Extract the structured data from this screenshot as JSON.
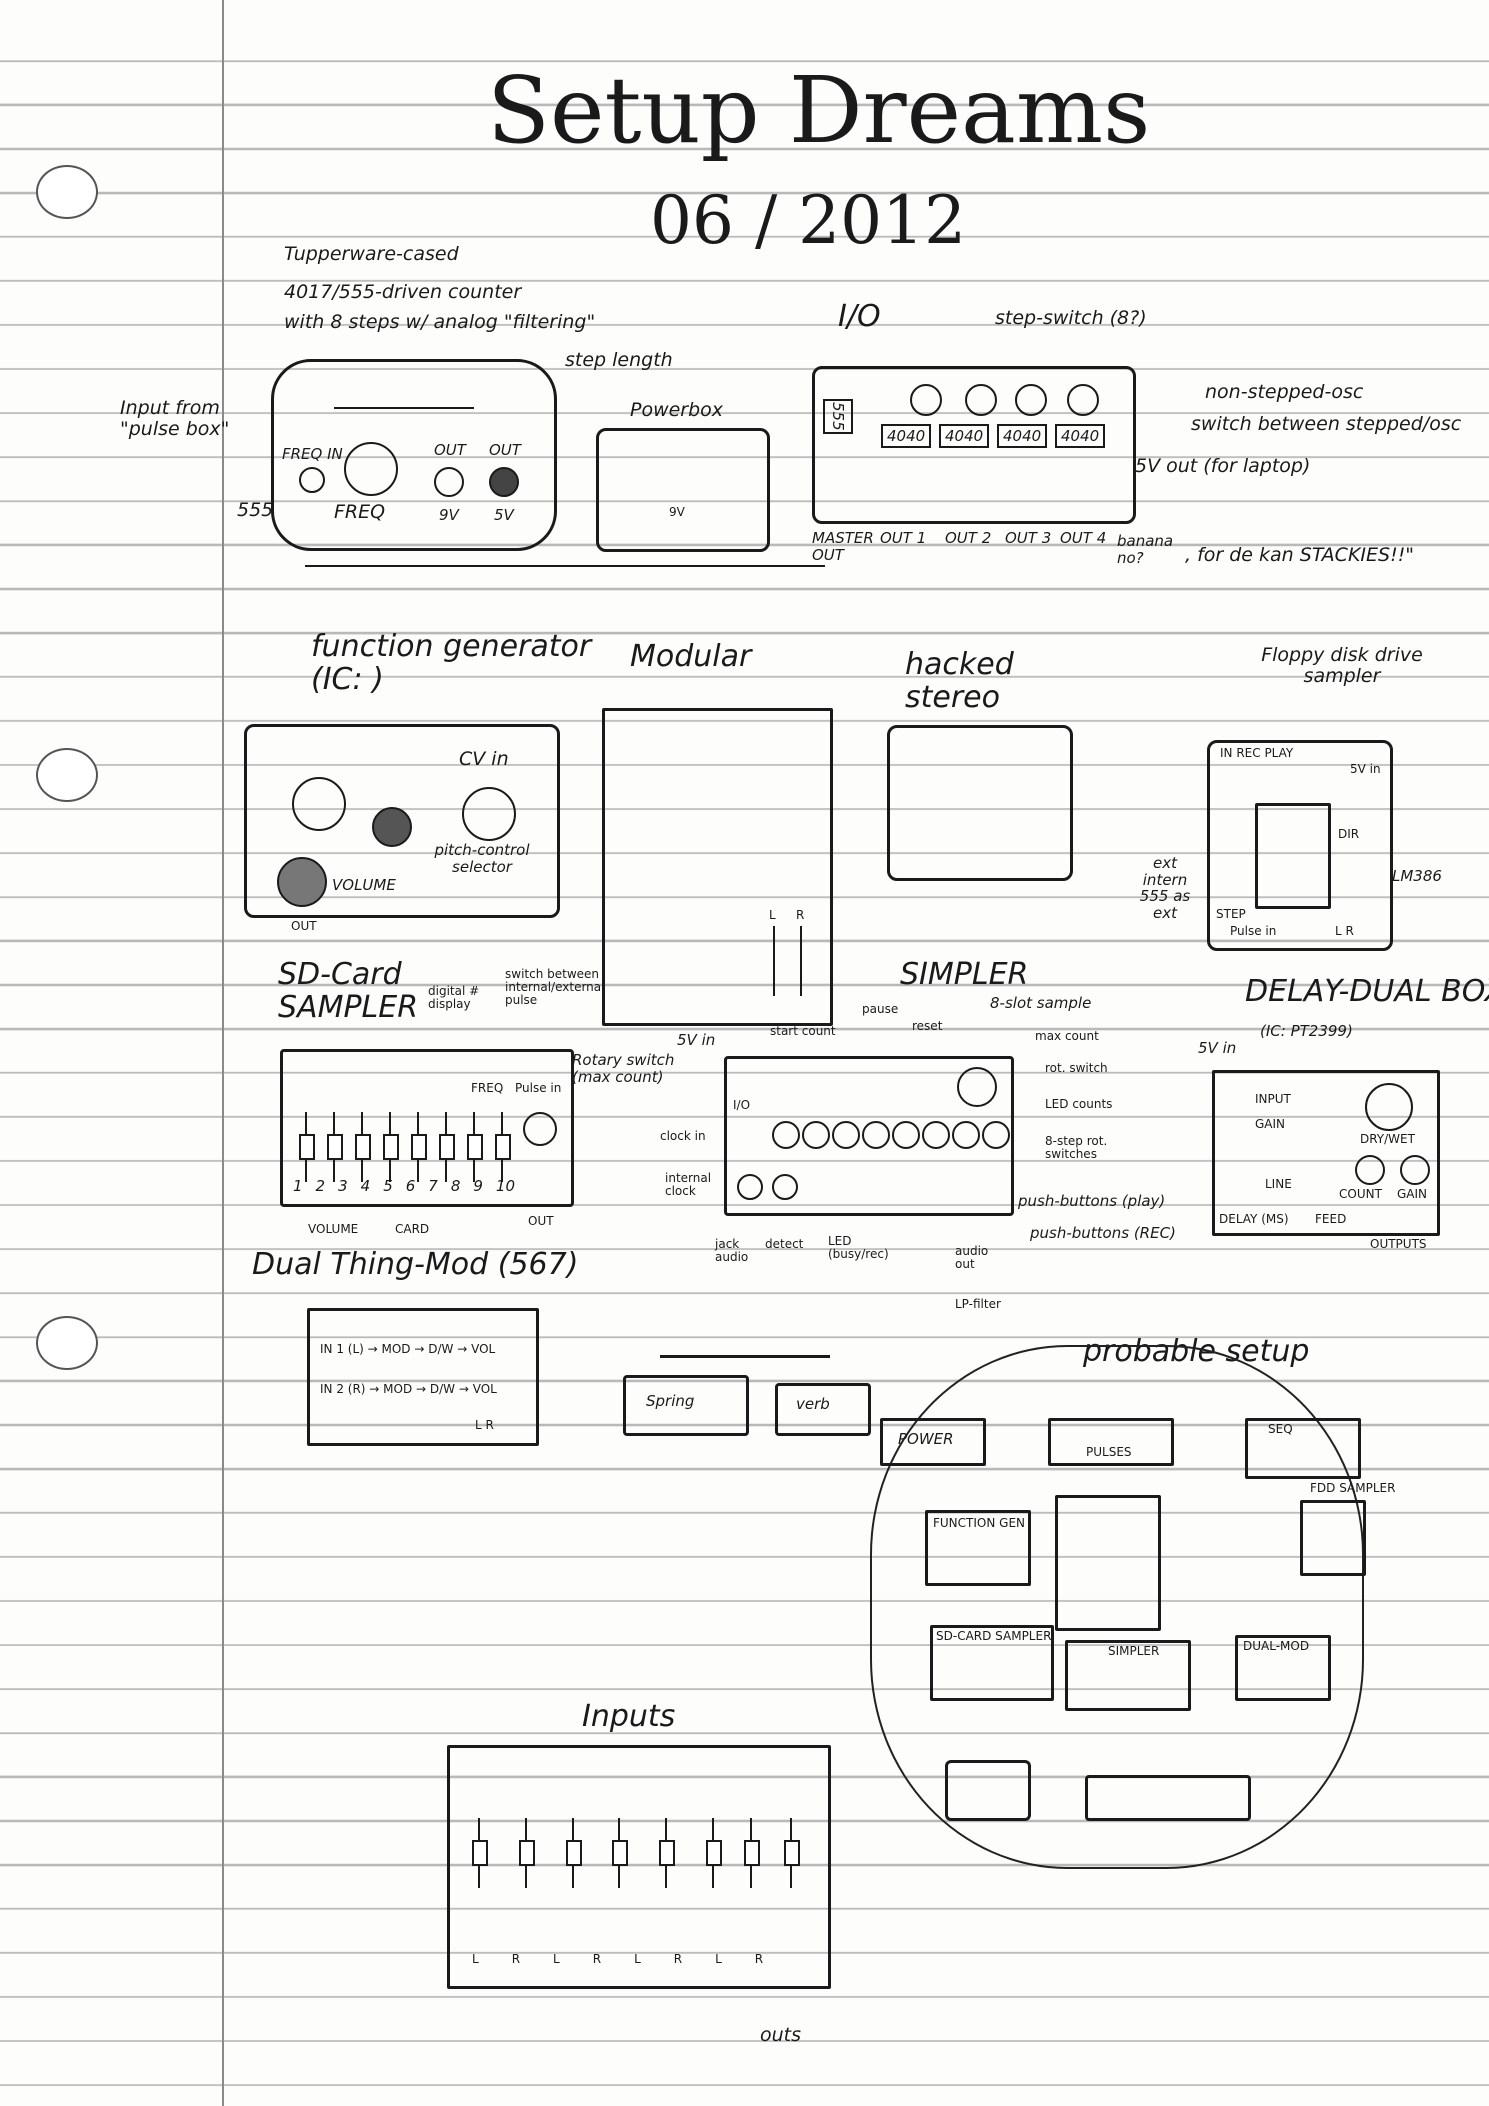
{
  "title": "Setup Dreams",
  "date": "06 / 2012",
  "counter": {
    "desc": [
      "Tupperware-cased",
      "4017/555-driven counter",
      "with 8 steps w/ analog \"filtering\""
    ],
    "step_length": "step length",
    "input_label": "Input from \"pulse box\"",
    "ic_label": "555",
    "freq_in": "FREQ IN",
    "freq": "FREQ",
    "out": "OUT",
    "out_9v": "9V",
    "out_5v": "5V"
  },
  "powerbox": {
    "label": "Powerbox",
    "volt_label": "9V"
  },
  "stepper": {
    "io": "I/O",
    "step_switch": "step-switch (8?)",
    "chip_555": "555",
    "chips": [
      "4040",
      "4040",
      "4040",
      "4040"
    ],
    "non_stepped": "non-stepped-osc",
    "switch_between": "switch between stepped/osc",
    "out_5v": "5V out (for laptop)",
    "master_out": "MASTER OUT",
    "outs": [
      "OUT 1",
      "OUT 2",
      "OUT 3",
      "OUT 4"
    ],
    "banana": "banana no?",
    "stackies": ", for de kan STACKIES!!\""
  },
  "function_generator": {
    "title": "function generator (IC:          )",
    "cv_in": "CV in",
    "pitch_selector": "pitch-control selector",
    "volume": "VOLUME",
    "out": "OUT"
  },
  "modular": {
    "title": "Modular",
    "l": "L",
    "r": "R"
  },
  "hacked_stereo": {
    "title": "hacked stereo"
  },
  "floppy": {
    "title": "Floppy disk drive sampler",
    "rec_play": "IN  REC  PLAY",
    "v5in": "5V in",
    "dir": "DIR",
    "step": "STEP",
    "ext_555": "ext intern 555 as ext",
    "lm386": "LM386",
    "pulse_in": "Pulse in",
    "lr": "L  R"
  },
  "sd_sampler": {
    "title": "SD-Card SAMPLER",
    "digital_display": "digital # display",
    "switch_pulse": "switch between internal/external pulse",
    "freq": "FREQ",
    "pulse_in": "Pulse in",
    "rotary": "Rotary switch (max count)",
    "numbers": [
      "1",
      "2",
      "3",
      "4",
      "5",
      "6",
      "7",
      "8",
      "9",
      "10"
    ],
    "volume": "VOLUME",
    "card": "CARD",
    "out": "OUT"
  },
  "simpler": {
    "title": "SIMPLER",
    "subtitle": "8-slot sample",
    "v5in": "5V in",
    "start_count": "start count",
    "pause": "pause",
    "reset": "reset",
    "max_count": "max count",
    "rot_switch": "rot. switch",
    "led_counts": "LED counts",
    "step_rot": "8-step rot. switches",
    "push_play": "push-buttons (play)",
    "push_rec": "push-buttons (REC)",
    "clock_in": "clock in",
    "internal_clock": "internal clock",
    "jack_audio": "jack audio",
    "detect": "detect",
    "led_busy": "LED (busy/rec)",
    "audio_out": "audio out",
    "lp_filter": "LP-filter",
    "io": "I/O"
  },
  "delay": {
    "title": "DELAY-DUAL BOX",
    "ic": "(IC: PT2399)",
    "v5in": "5V in",
    "input": "INPUT",
    "gain": "GAIN",
    "dry_wet": "DRY/WET",
    "line": "LINE",
    "count": "COUNT",
    "gain2": "GAIN",
    "delay_ms": "DELAY (MS)",
    "feed": "FEED",
    "outputs": "OUTPUTS"
  },
  "dual_thing": {
    "title": "Dual Thing-Mod (567)",
    "row1": "IN 1 (L) → MOD → D/W → VOL",
    "row2": "IN 2 (R) → MOD → D/W → VOL",
    "lr": "L  R"
  },
  "spring": {
    "spring": "Spring",
    "verb": "verb"
  },
  "setup": {
    "title": "probable setup",
    "power": "POWER",
    "pulses": "PULSES",
    "seq": "SEQ",
    "fdd": "FDD SAMPLER",
    "function_gen": "FUNCTION GEN",
    "sd_card": "SD-CARD SAMPLER",
    "simpler": "SIMPLER",
    "dual_mod": "DUAL-MOD"
  },
  "inputs": {
    "title": "Inputs",
    "channels": [
      "L",
      "R",
      "L",
      "R",
      "L",
      "R",
      "L",
      "R"
    ],
    "outs": "outs"
  }
}
